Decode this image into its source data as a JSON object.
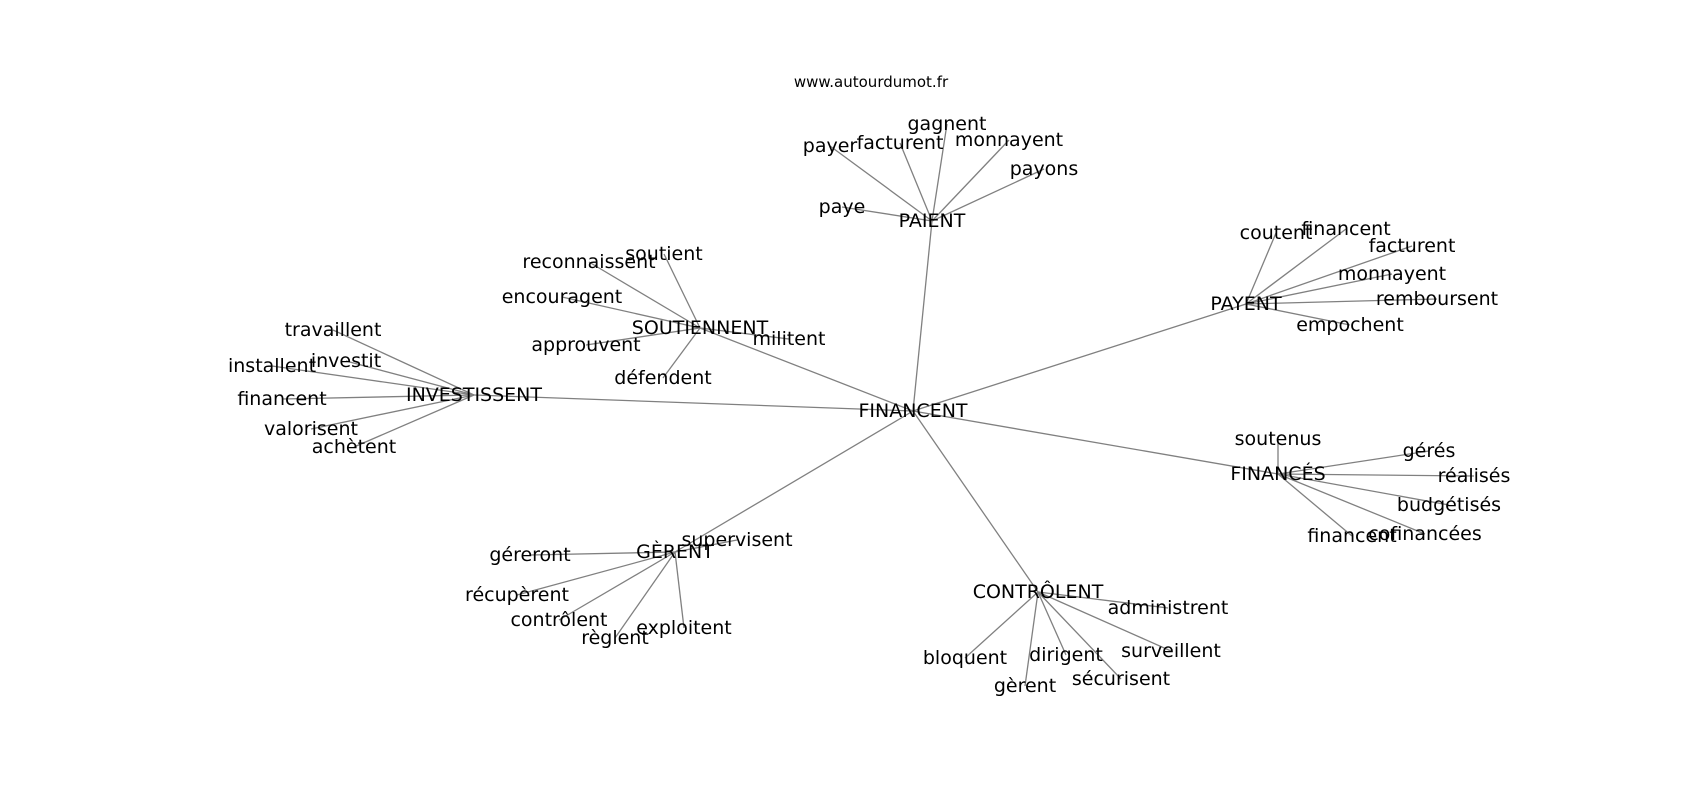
{
  "watermark": "www.autourdumot.fr",
  "graph": {
    "center": "FINANCENT",
    "clusters": [
      {
        "hub": "PAIENT",
        "leaves": [
          "payer",
          "facturent",
          "gagnent",
          "monnayent",
          "payons",
          "paye"
        ]
      },
      {
        "hub": "PAYENT",
        "leaves": [
          "coutent",
          "financent",
          "facturent",
          "monnayent",
          "remboursent",
          "empochent"
        ]
      },
      {
        "hub": "SOUTIENNENT",
        "leaves": [
          "reconnaissent",
          "soutient",
          "encouragent",
          "approuvent",
          "militent",
          "défendent"
        ]
      },
      {
        "hub": "INVESTISSENT",
        "leaves": [
          "travaillent",
          "installent",
          "investit",
          "financent",
          "valorisent",
          "achètent"
        ]
      },
      {
        "hub": "FINANCÉS",
        "leaves": [
          "soutenus",
          "gérés",
          "réalisés",
          "budgétisés",
          "cofinancées",
          "financent"
        ]
      },
      {
        "hub": "GÈRENT",
        "leaves": [
          "géreront",
          "supervisent",
          "récupèrent",
          "contrôlent",
          "règlent",
          "exploitent"
        ]
      },
      {
        "hub": "CONTRÔLENT",
        "leaves": [
          "administrent",
          "bloquent",
          "dirigent",
          "surveillent",
          "gèrent",
          "sécurisent"
        ]
      }
    ]
  }
}
